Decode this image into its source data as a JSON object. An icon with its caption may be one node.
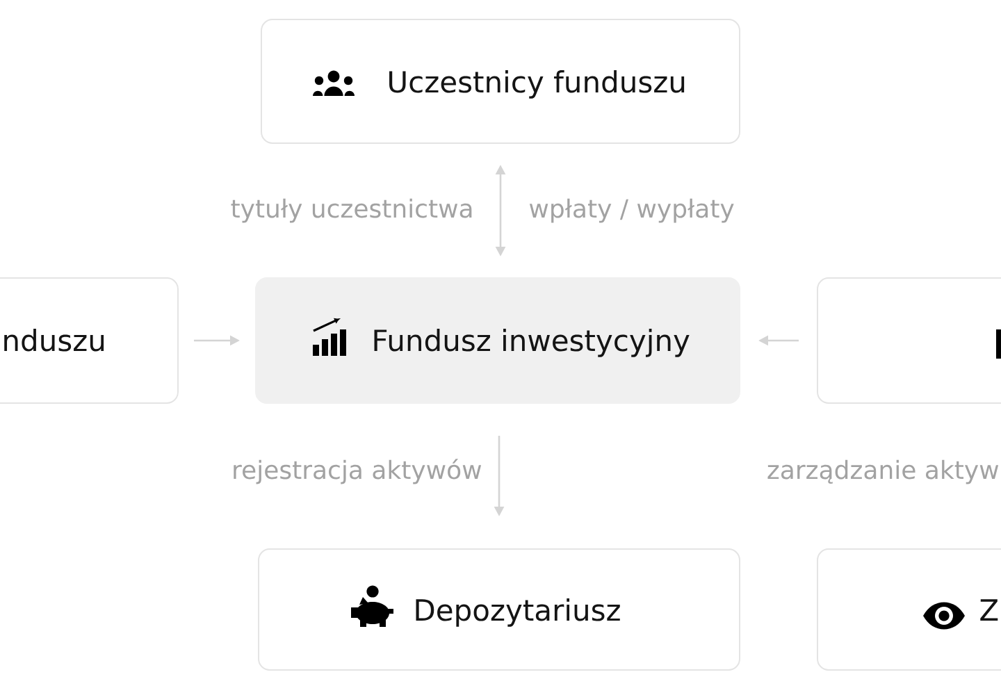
{
  "diagram": {
    "nodes": [
      {
        "text": [
          "Uczestnicy funduszu"
        ]
      },
      {
        "text": [
          "nduszu"
        ]
      },
      {
        "text": [
          "Fundusz inwestycyjny"
        ]
      },
      {
        "text": [],
        "shape": "box"
      },
      {
        "text": [
          "Depozytariusz"
        ]
      },
      {
        "text": [
          "Z"
        ]
      }
    ],
    "edges": [
      {
        "from": 0,
        "to": 2,
        "arrow": "both",
        "label": "tytuły uczestnictwa"
      },
      {
        "from": 1,
        "to": 2,
        "arrow": "to"
      },
      {
        "from": 3,
        "to": 2,
        "arrow": "to"
      },
      {
        "from": 2,
        "to": 4,
        "arrow": "to",
        "label": "rejestracja aktywów"
      }
    ],
    "labels": [
      "wpłaty / wypłaty",
      "zarządzanie aktyw"
    ]
  }
}
